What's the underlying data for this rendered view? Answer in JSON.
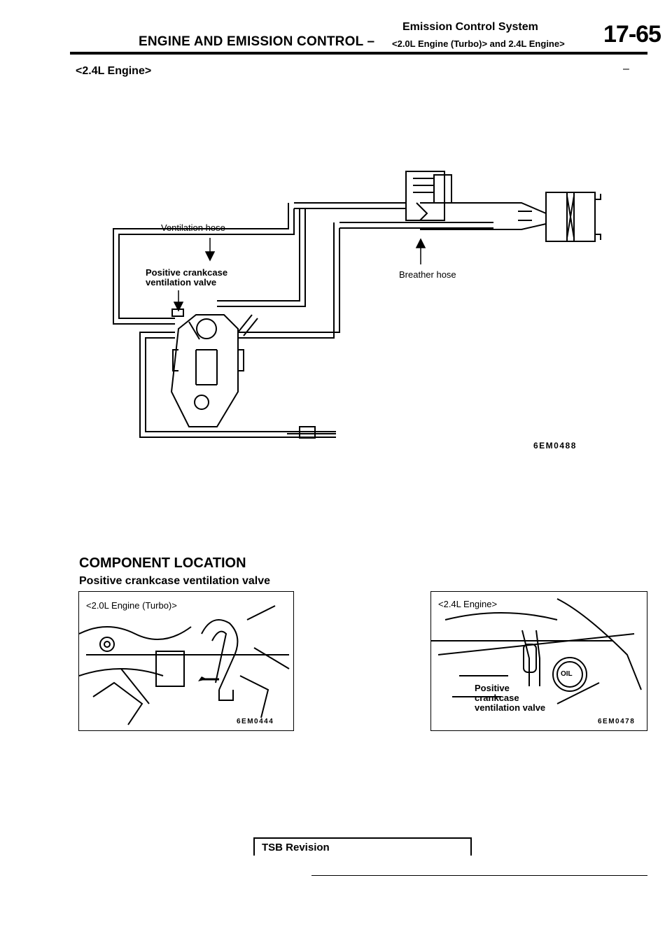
{
  "header": {
    "subtitle": "Emission Control System",
    "title": "ENGINE AND EMISSION CONTROL –",
    "variant": "<2.0L Engine (Turbo)> and 2.4L Engine>",
    "page_number": "17-65"
  },
  "subheading": "<2.4L Engine>",
  "subheading_dash": "–",
  "diagram": {
    "labels": {
      "ventilation_hose": "Ventilation  hose",
      "pcv_line1": "Positive crankcase",
      "pcv_line2": "ventilation valve",
      "breather_hose": "Breather  hose"
    },
    "code": "6EM0488"
  },
  "section": {
    "title": "COMPONENT  LOCATION",
    "subtitle": "Positive crankcase  ventilation  valve"
  },
  "photo_left": {
    "caption": "<2.0L  Engine (Turbo)>",
    "code": "6EM0444"
  },
  "photo_right": {
    "caption": "<2.4L  Engine>",
    "label_line1": "Positive",
    "label_line2": "crankcase",
    "label_line3": "ventilation valve",
    "cap_text": "OIL",
    "code": "6EM0478"
  },
  "footer": {
    "tsb": "TSB  Revision"
  }
}
